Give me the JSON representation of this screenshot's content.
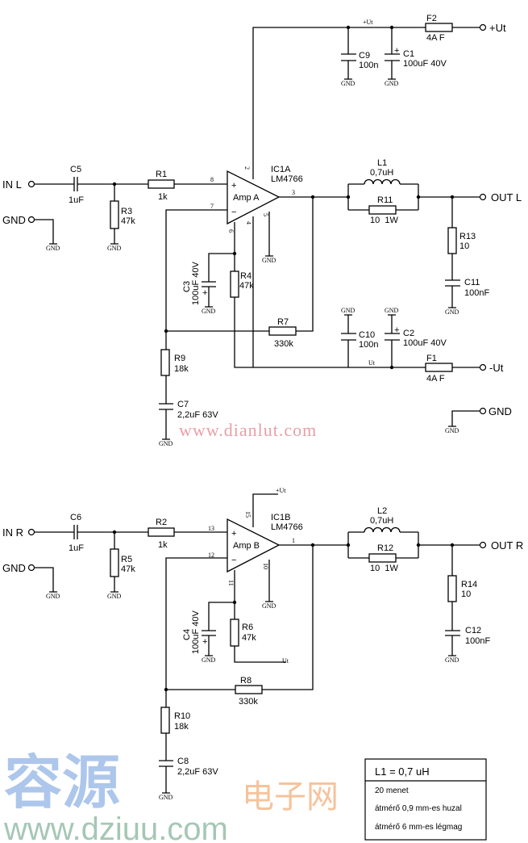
{
  "top": {
    "inputs": {
      "in": "IN L",
      "gnd": "GND"
    },
    "C5": {
      "name": "C5",
      "value": "1uF"
    },
    "R3": {
      "name": "R3",
      "value": "47k"
    },
    "R1": {
      "name": "R1",
      "value": "1k"
    },
    "ic": {
      "name": "IC1A",
      "part": "LM4766",
      "amp": "Amp A",
      "plus": "+",
      "minus": "−"
    },
    "pins": {
      "in_plus": "8",
      "in_minus": "7",
      "out": "3",
      "vplus": "2",
      "vminus": "4",
      "mute": "6",
      "gnd": "5"
    },
    "rail_pos_label": "+Ut",
    "rail_neg_label": "Ut",
    "C9": {
      "name": "C9",
      "value": "100n"
    },
    "C1": {
      "name": "C1",
      "value": "100uF 40V",
      "polarity": "+"
    },
    "F2": {
      "name": "F2",
      "value": "4A F"
    },
    "vplus_terminal": "+Ut",
    "L1": {
      "name": "L1",
      "value": "0,7uH"
    },
    "R11": {
      "name": "R11",
      "value": "10  1W"
    },
    "R13": {
      "name": "R13",
      "value": "10"
    },
    "C11": {
      "name": "C11",
      "value": "100nF"
    },
    "output": "OUT L",
    "C3": {
      "name": "C3",
      "value": "100uF 40V",
      "polarity": "+"
    },
    "R4": {
      "name": "R4",
      "value": "47k"
    },
    "R7": {
      "name": "R7",
      "value": "330k"
    },
    "R9": {
      "name": "R9",
      "value": "18k"
    },
    "C7": {
      "name": "C7",
      "value": "2,2uF 63V"
    },
    "C10": {
      "name": "C10",
      "value": "100n"
    },
    "C2": {
      "name": "C2",
      "value": "100uF 40V",
      "polarity": "+"
    },
    "F1": {
      "name": "F1",
      "value": "4A F"
    },
    "vminus_terminal": "-Ut",
    "gnd_terminal": "GND"
  },
  "bottom": {
    "inputs": {
      "in": "IN R",
      "gnd": "GND"
    },
    "C6": {
      "name": "C6",
      "value": "1uF"
    },
    "R5": {
      "name": "R5",
      "value": "47k"
    },
    "R2": {
      "name": "R2",
      "value": "1k"
    },
    "ic": {
      "name": "IC1B",
      "part": "LM4766",
      "amp": "Amp B",
      "plus": "+",
      "minus": "−"
    },
    "pins": {
      "in_plus": "13",
      "in_minus": "12",
      "out": "1",
      "vplus": "15",
      "mute": "11",
      "gnd": "10"
    },
    "rail_pos_label": "+Ut",
    "rail_neg_label": "Ut",
    "L2": {
      "name": "L2",
      "value": "0,7uH"
    },
    "R12": {
      "name": "R12",
      "value": "10  1W"
    },
    "R14": {
      "name": "R14",
      "value": "10"
    },
    "C12": {
      "name": "C12",
      "value": "100nF"
    },
    "output": "OUT R",
    "C4": {
      "name": "C4",
      "value": "100uF 40V",
      "polarity": "+"
    },
    "R6": {
      "name": "R6",
      "value": "47k"
    },
    "R8": {
      "name": "R8",
      "value": "330k"
    },
    "R10": {
      "name": "R10",
      "value": "18k"
    },
    "C8": {
      "name": "C8",
      "value": "2,2uF 63V"
    }
  },
  "gnd_label": "GND",
  "note": {
    "title": "L1 = 0,7 uH",
    "lines": [
      "20 menet",
      "átmérő 0,9 mm-es huzal",
      "átmérő 6 mm-es légmag"
    ]
  },
  "watermarks": {
    "site1": "www.dianlut.com",
    "brand_cn": "容源",
    "brand_cn2": "电子网",
    "site2": "www.dziuu.com"
  },
  "colors": {
    "wire": "#000000",
    "watermark_pink": "#e8a0a8",
    "watermark_blue": "#9fbde8",
    "watermark_orange": "#f4b98a",
    "watermark_green": "#9cc2ae"
  }
}
